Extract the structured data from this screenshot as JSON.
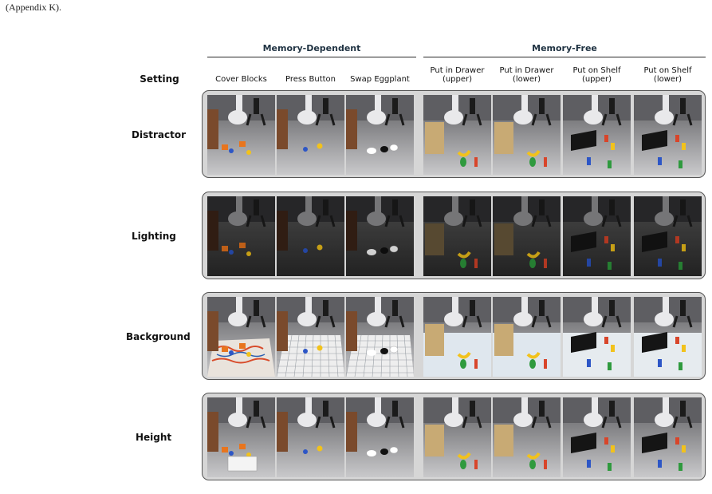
{
  "caption_fragment": "(Appendix K).",
  "groups": {
    "memory_dependent": "Memory-Dependent",
    "memory_free": "Memory-Free"
  },
  "setting_label": "Setting",
  "columns": [
    "Cover Blocks",
    "Press Button",
    "Swap Eggplant",
    "Put in Drawer\n(upper)",
    "Put in Drawer\n(lower)",
    "Put on Shelf\n(upper)",
    "Put on Shelf\n(lower)"
  ],
  "rows": [
    "Distractor",
    "Lighting",
    "Background",
    "Height"
  ],
  "colors": {
    "panel_fill": "#d6d6d6",
    "panel_border": "#555555",
    "group_title": "#1f3242"
  }
}
